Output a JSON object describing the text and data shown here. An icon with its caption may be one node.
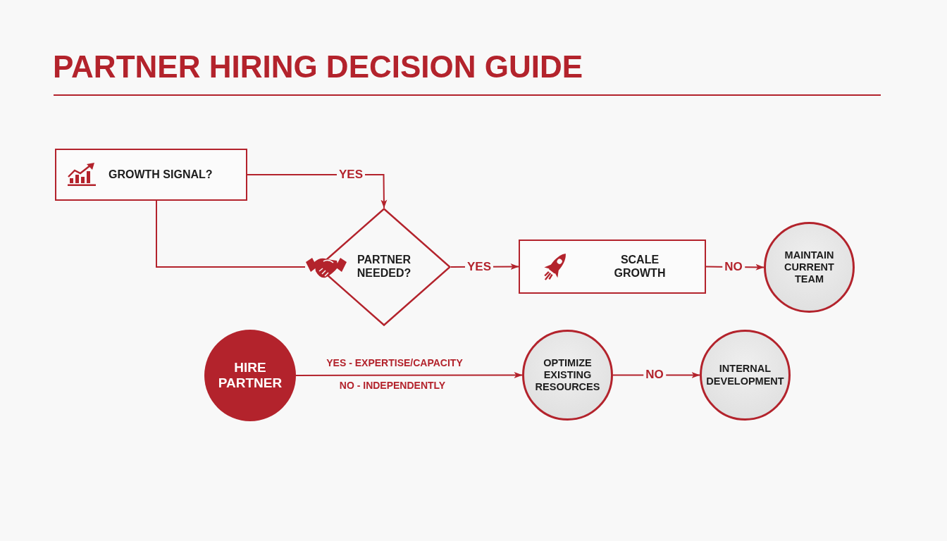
{
  "diagram": {
    "title": "PARTNER HIRING DECISION GUIDE",
    "nodes": [
      {
        "text": [
          "GROWTH SIGNAL?"
        ]
      },
      {
        "text": [
          "PARTNER NEEDED?"
        ]
      },
      {
        "text": [
          "SCALE GROWTH"
        ]
      },
      {
        "text": [
          "MAINTAIN CURRENT TEAM"
        ]
      },
      {
        "text": [
          "HIRE PARTNER"
        ]
      },
      {
        "text": [
          "OPTIMIZE EXISTING RESOURCES"
        ]
      },
      {
        "text": [
          "INTERNAL DEVELOPMENT"
        ]
      }
    ],
    "edges": [
      {
        "from": 0,
        "to": 1,
        "arrow": "to",
        "label": "YES"
      },
      {
        "from": 0,
        "to": 1,
        "arrow": "none"
      },
      {
        "from": 1,
        "to": 2,
        "arrow": "to",
        "label": "YES"
      },
      {
        "from": 2,
        "to": 3,
        "arrow": "to",
        "label": "NO"
      },
      {
        "from": 4,
        "to": 5,
        "arrow": "to",
        "label": "YES - EXPERTISE/CAPACITY"
      },
      {
        "from": 5,
        "to": 6,
        "arrow": "to",
        "label": "NO"
      }
    ],
    "labels": [
      "NO - INDEPENDENTLY"
    ]
  }
}
